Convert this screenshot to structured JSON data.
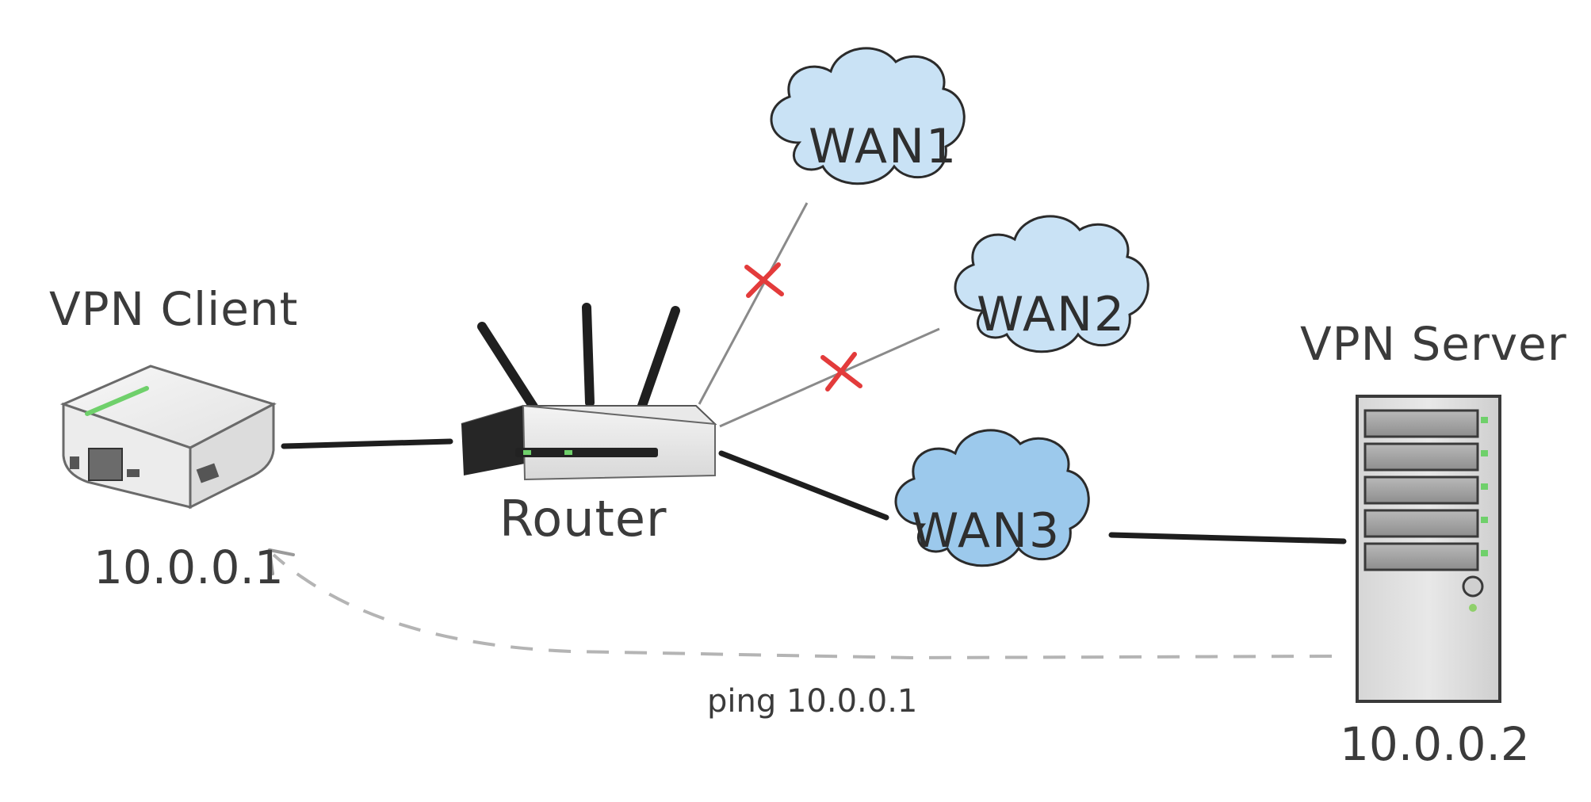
{
  "nodes": {
    "vpn_client": {
      "title": "VPN Client",
      "ip": "10.0.0.1"
    },
    "router": {
      "title": "Router"
    },
    "vpn_server": {
      "title": "VPN Server",
      "ip": "10.0.0.2"
    }
  },
  "wans": [
    {
      "label": "WAN1",
      "status": "failed"
    },
    {
      "label": "WAN2",
      "status": "failed"
    },
    {
      "label": "WAN3",
      "status": "active"
    }
  ],
  "ping": {
    "label": "ping 10.0.0.1"
  },
  "colors": {
    "cloud_fill": "#c9e2f5",
    "cloud_fill_active": "#9cc9ec",
    "cloud_stroke": "#2b2b2b",
    "link_active": "#1e1e1e",
    "link_failed": "#8a8a8a",
    "failure_mark": "#e33b3b",
    "led_green": "#6fd06b"
  }
}
